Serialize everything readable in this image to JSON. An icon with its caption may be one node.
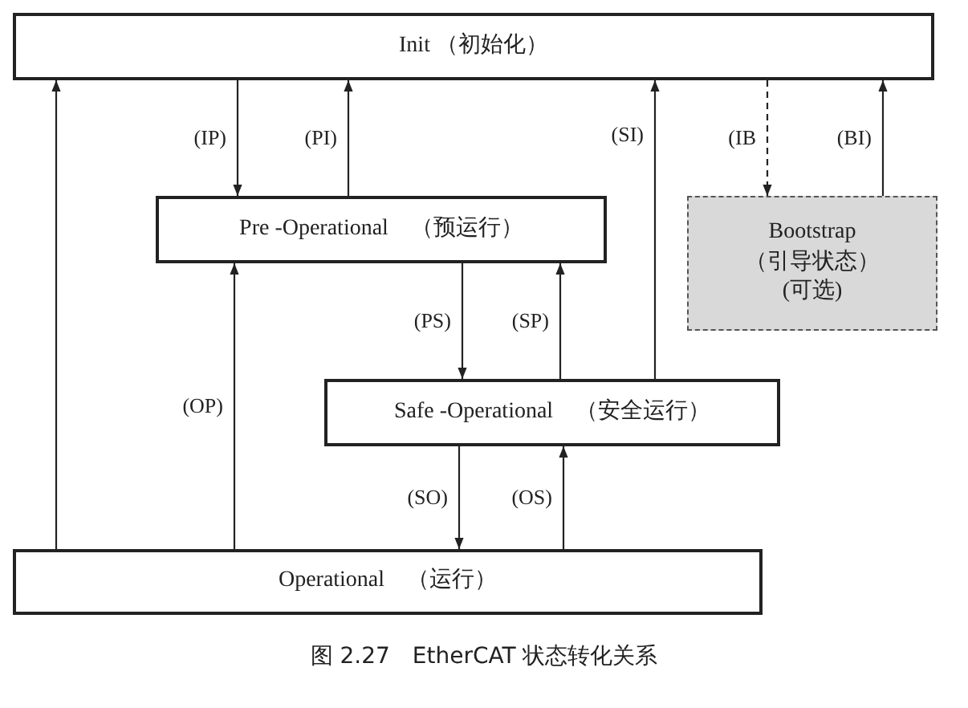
{
  "diagram": {
    "caption": "图 2.27　EtherCAT 状态转化关系",
    "nodes": [
      {
        "text": [
          "Init （初始化）"
        ]
      },
      {
        "text": [
          "Pre -Operational　（预运行）"
        ]
      },
      {
        "text": [
          "Bootstrap",
          "（引导状态）",
          "(可选)"
        ]
      },
      {
        "text": [
          "Safe -Operational　（安全运行）"
        ]
      },
      {
        "text": [
          "Operational　（运行）"
        ]
      }
    ],
    "edges": [
      {
        "from": 4,
        "to": 0,
        "arrow": "to"
      },
      {
        "from": 0,
        "to": 1,
        "arrow": "to",
        "label": "(IP)"
      },
      {
        "from": 1,
        "to": 0,
        "arrow": "to",
        "label": "(PI)"
      },
      {
        "from": 3,
        "to": 0,
        "arrow": "to",
        "label": "(SI)"
      },
      {
        "from": 0,
        "to": 2,
        "arrow": "to",
        "label": "(IB",
        "style": "dashed"
      },
      {
        "from": 2,
        "to": 0,
        "arrow": "to",
        "label": "(BI)"
      },
      {
        "from": 4,
        "to": 1,
        "arrow": "to",
        "label": "(OP)"
      },
      {
        "from": 1,
        "to": 3,
        "arrow": "to",
        "label": "(PS)"
      },
      {
        "from": 3,
        "to": 1,
        "arrow": "to",
        "label": "(SP)"
      },
      {
        "from": 3,
        "to": 4,
        "arrow": "to",
        "label": "(SO)"
      },
      {
        "from": 4,
        "to": 3,
        "arrow": "to",
        "label": "(OS)"
      }
    ]
  }
}
